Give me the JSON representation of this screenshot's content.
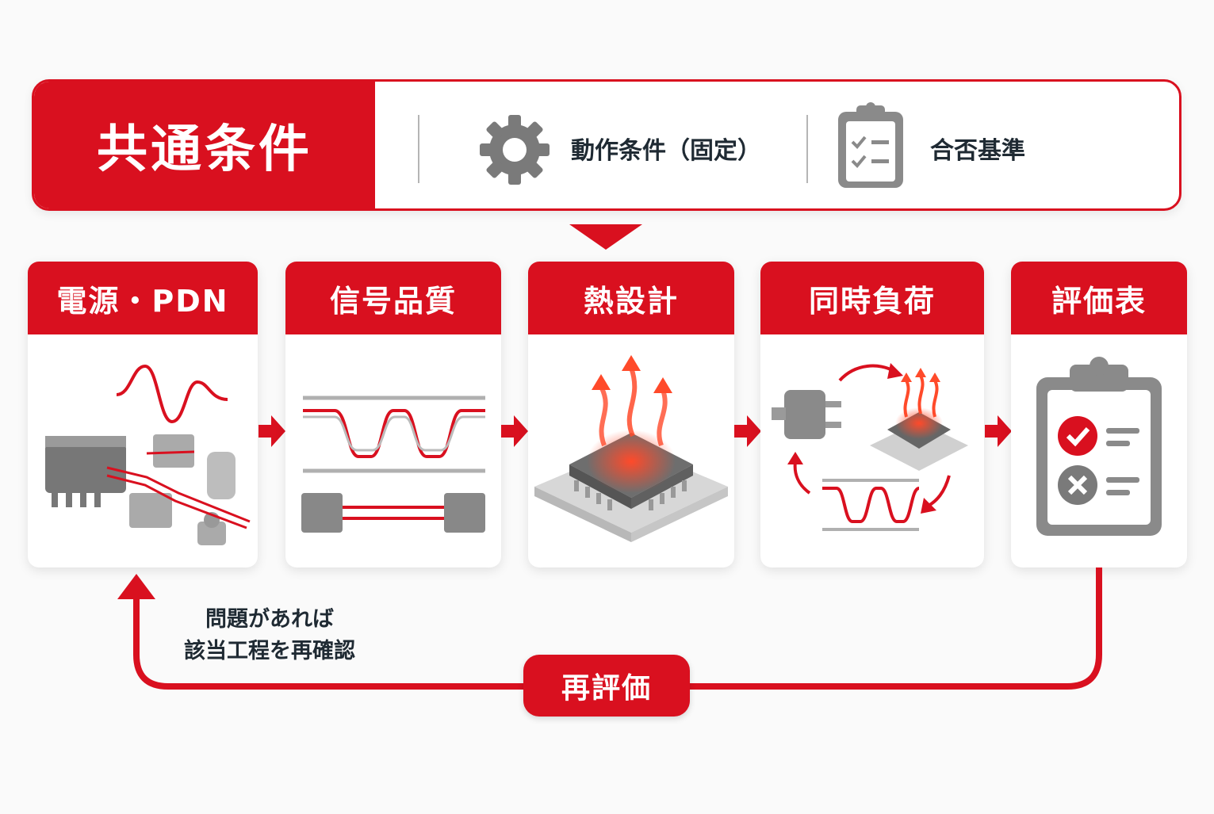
{
  "common_conditions": {
    "title": "共通条件",
    "items": [
      {
        "label": "動作条件（固定）",
        "icon": "gear-icon"
      },
      {
        "label": "合否基準",
        "icon": "clipboard-checklist-icon"
      }
    ]
  },
  "steps": [
    {
      "label": "電源・PDN",
      "icon": "pdn-components-icon"
    },
    {
      "label": "信号品質",
      "icon": "signal-waveform-icon"
    },
    {
      "label": "熱設計",
      "icon": "chip-heat-icon"
    },
    {
      "label": "同時負荷",
      "icon": "simultaneous-load-icon"
    },
    {
      "label": "評価表",
      "icon": "evaluation-clipboard-icon"
    }
  ],
  "feedback": {
    "note": [
      "問題があれば",
      "該当工程を再確認"
    ],
    "button_label": "再評価"
  },
  "colors": {
    "accent": "#d9101f",
    "text": "#1f2a33",
    "gray": "#8a8a8a"
  }
}
